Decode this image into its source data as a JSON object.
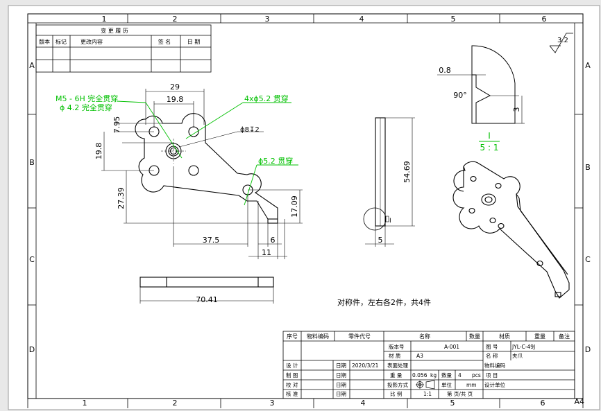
{
  "zones": {
    "cols": [
      "1",
      "2",
      "3",
      "4",
      "5",
      "6"
    ],
    "rows": [
      "A",
      "B",
      "C",
      "D"
    ],
    "sheet_size": "A4"
  },
  "revision": {
    "title": "变 更 履 历",
    "headers": [
      "版本",
      "标记",
      "更改内容",
      "签 名",
      "日 期"
    ]
  },
  "callouts": {
    "thread": "M5 - 6H 完全贯穿",
    "tap_hole": "ϕ 4.2 完全贯穿",
    "four_holes": "4xϕ5.2 贯穿",
    "single_hole": "ϕ5.2 贯穿",
    "counterbore": "ϕ8↧2"
  },
  "dimensions": {
    "width_29": "29",
    "width_19_8": "19.8",
    "d_7_95": "7.95",
    "h_19_8": "19.8",
    "h_27_39": "27.39",
    "h_17_09": "17.09",
    "l_37_5": "37.5",
    "l_6": "6",
    "l_11": "11",
    "side_54_69": "54.69",
    "side_5": "5",
    "bottom_70_41": "70.41",
    "detail_0_8": "0.8",
    "detail_90": "90°",
    "detail_3": "3"
  },
  "detail": {
    "label": "I",
    "scale": "5 : 1",
    "side_marker": "I"
  },
  "roughness": "3.2",
  "note": "对称件，左右各2件，共4件",
  "title_block": {
    "header": {
      "seq": "序号",
      "code": "物料编码",
      "part": "零件代号",
      "name": "名称",
      "qty": "数量",
      "material": "材质",
      "weight": "重量",
      "remark": "备注"
    },
    "version_label": "版本号",
    "version_value": "A-001",
    "material_label": "材 质",
    "material_value": "A3",
    "surface_label": "表面处理",
    "weight_label": "重 量",
    "weight_value": "0.056",
    "weight_unit": "kg",
    "qty_label": "数量",
    "qty_value": "4",
    "qty_unit": "pcs",
    "projection_label": "投影方式",
    "unit_label": "单位",
    "unit_value": "mm",
    "scale_label": "比 例",
    "scale_value": "1:1",
    "page_label": "第 页/共 页",
    "drawing_no_label": "图 号",
    "drawing_no_value": "JYL-C-49J",
    "name_label": "名 称",
    "name_value": "夹爪",
    "material_code_label": "物料编码",
    "project_label": "项 目",
    "design_unit_label": "设计单位",
    "design_label": "设 计",
    "draw_label": "制 图",
    "check_label": "校 对",
    "approve_label": "核 准",
    "date_label": "日期",
    "design_date": "2020/3/21"
  },
  "colors": {
    "line": "#000000",
    "green": "#00c000",
    "paper": "#ffffff",
    "bg": "#e8e8e8"
  }
}
